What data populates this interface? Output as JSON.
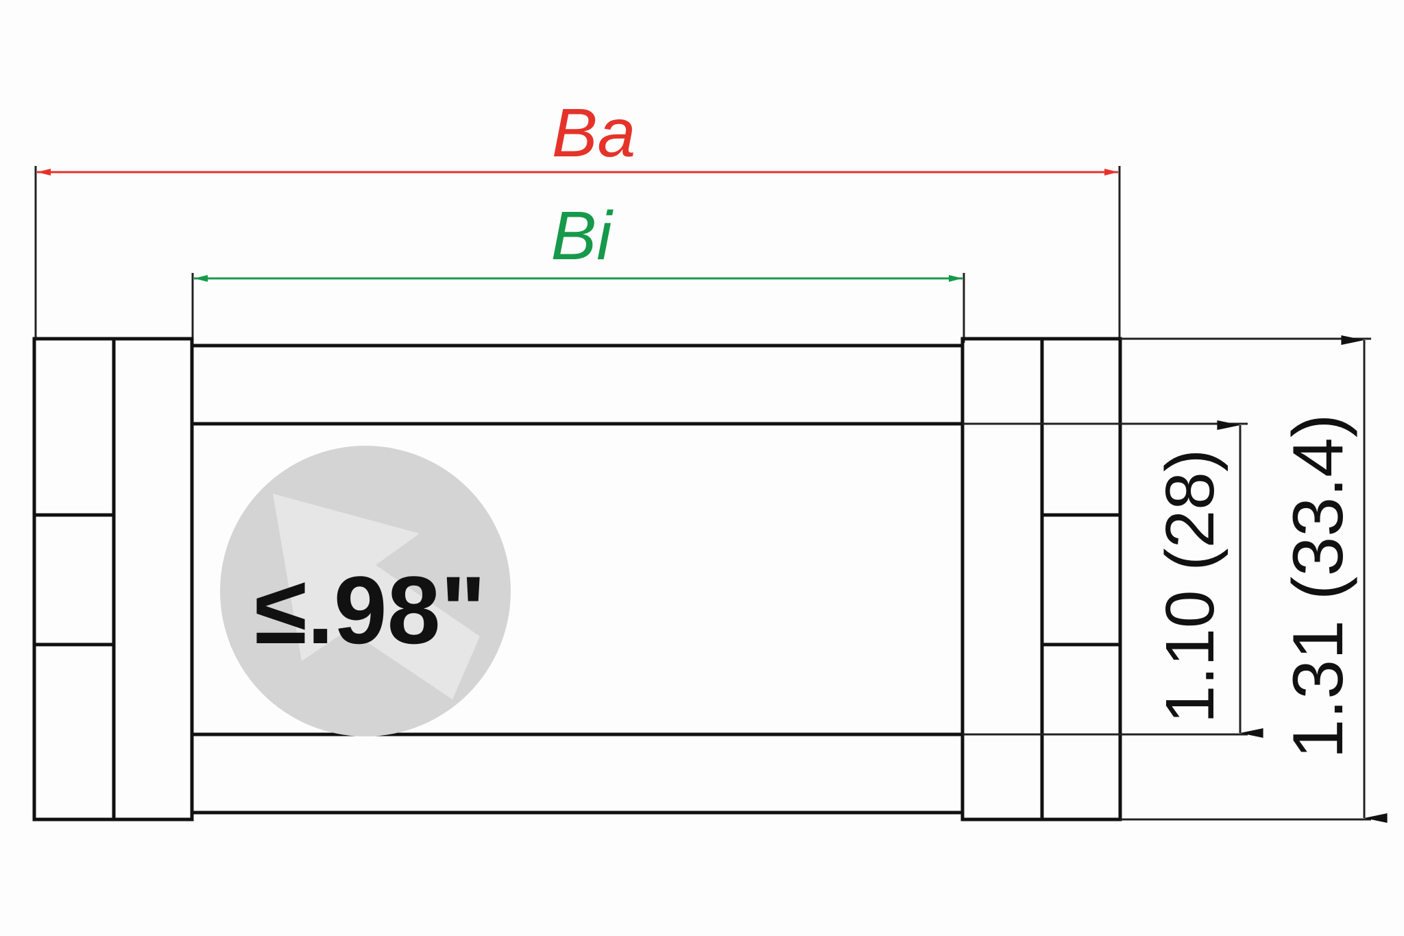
{
  "dimensions": {
    "outer_width": {
      "label": "Ba",
      "color": "#e5332a"
    },
    "inner_width": {
      "label": "Bi",
      "color": "#16994a"
    },
    "inner_height": {
      "label": "1.10 (28)"
    },
    "outer_height": {
      "label": "1.31 (33.4)"
    }
  },
  "badge": {
    "label": "≤.98\"",
    "fill": "#d4d4d4",
    "arrow_fill": "#e6e6e6"
  }
}
